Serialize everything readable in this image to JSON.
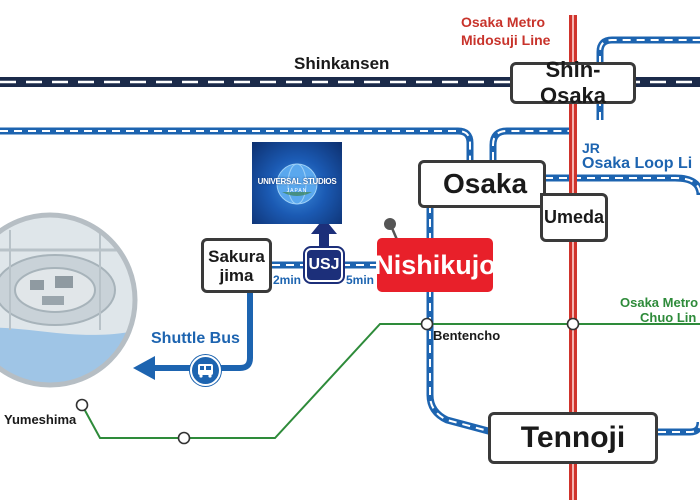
{
  "lines": {
    "shinkansen": "Shinkansen",
    "midosuji_1": "Osaka Metro",
    "midosuji_2": "Midosuji Line",
    "loop_1": "JR",
    "loop_2": "Osaka Loop Li",
    "chuo_1": "Osaka Metro",
    "chuo_2": "Chuo Lin"
  },
  "stations": {
    "shin_osaka": "Shin-Osaka",
    "osaka": "Osaka",
    "umeda": "Umeda",
    "nishikujo": "Nishikujo",
    "sakurajima_1": "Sakura",
    "sakurajima_2": "jima",
    "usj": "USJ",
    "bentencho": "Bentencho",
    "yumeshima": "Yumeshima",
    "tennoji": "Tennoji"
  },
  "times": {
    "sakurajima_usj": "2min",
    "usj_nishikujo": "5min"
  },
  "shuttle": "Shuttle Bus",
  "logo": {
    "line1": "UNIVERSAL STUDIOS",
    "line2": "JAPAN"
  },
  "colors": {
    "jr_blue": "#1d64b0",
    "midosuji_red": "#d0342c",
    "chuo_green": "#2e8b3a",
    "shinkansen_navy": "#1b2a4a",
    "highlight_red": "#e8202a",
    "usj_navy": "#1c2f7a"
  }
}
